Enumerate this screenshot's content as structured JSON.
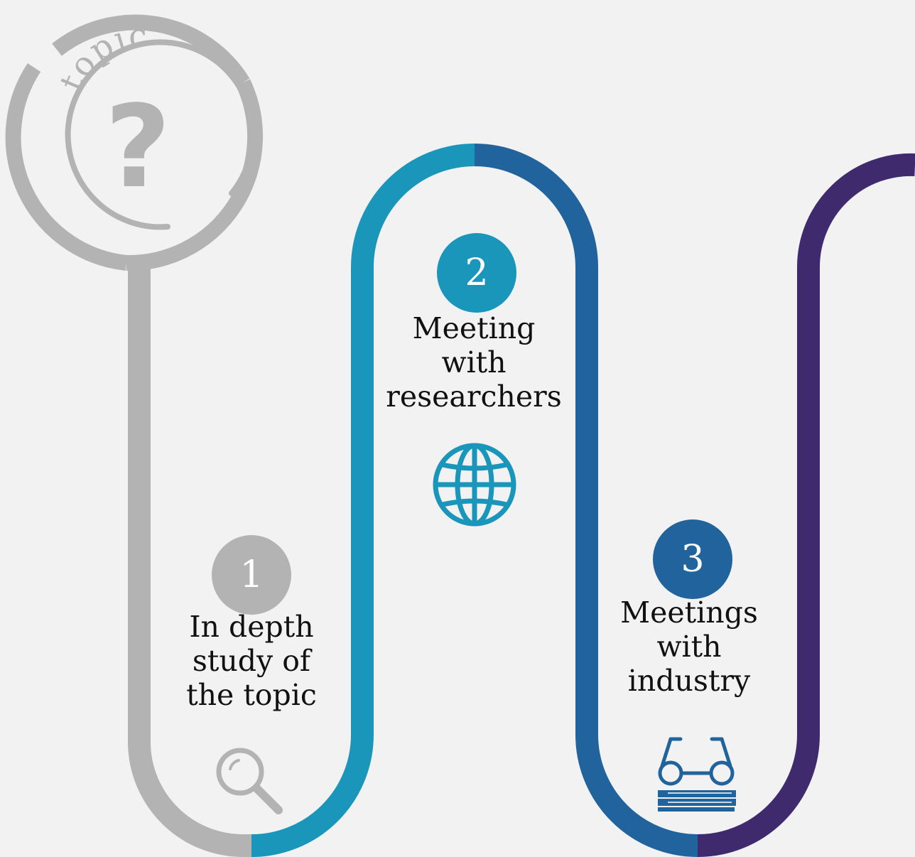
{
  "topic_badge": {
    "text": "topic",
    "symbol": "?",
    "color": "#b3b3b3"
  },
  "colors": {
    "background": "#f2f2f2",
    "step1": "#b3b3b3",
    "step2": "#1a96bb",
    "step3": "#21649d",
    "step4": "#3f2a6e",
    "label_text": "#111111"
  },
  "steps": [
    {
      "number": "1",
      "label": "In depth\nstudy of\nthe topic",
      "icon": "magnifier-icon"
    },
    {
      "number": "2",
      "label": "Meeting\nwith\nresearchers",
      "icon": "globe-icon"
    },
    {
      "number": "3",
      "label": "Meetings\nwith\nindustry",
      "icon": "glasses-on-book-icon"
    }
  ]
}
